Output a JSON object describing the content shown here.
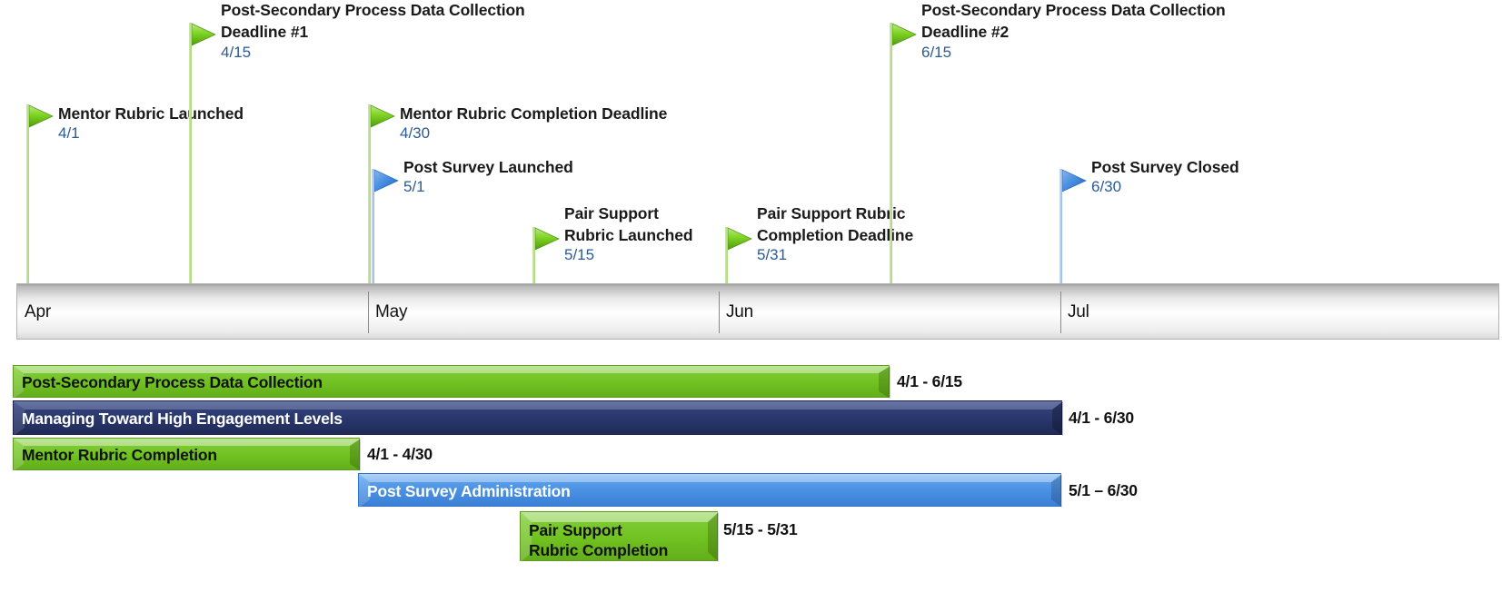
{
  "chart_data": {
    "type": "gantt",
    "title": "",
    "axis": {
      "months": [
        "Apr",
        "May",
        "Jun",
        "Jul"
      ],
      "range_start": "4/1",
      "range_end": "7/31"
    },
    "milestones": [
      {
        "name": "Mentor Rubric Launched",
        "label_line1": "Mentor Rubric Launched",
        "label_line2": "",
        "date": "4/1",
        "color": "green"
      },
      {
        "name": "Post-Secondary Process Data Collection Deadline #1",
        "label_line1": "Post-Secondary Process Data Collection",
        "label_line2": "Deadline #1",
        "date": "4/15",
        "color": "green"
      },
      {
        "name": "Mentor Rubric Completion Deadline",
        "label_line1": "Mentor Rubric Completion Deadline",
        "label_line2": "",
        "date": "4/30",
        "color": "green"
      },
      {
        "name": "Post Survey Launched",
        "label_line1": "Post Survey Launched",
        "label_line2": "",
        "date": "5/1",
        "color": "blue"
      },
      {
        "name": "Pair Support Rubric Launched",
        "label_line1": "Pair Support",
        "label_line2": "Rubric Launched",
        "date": "5/15",
        "color": "green"
      },
      {
        "name": "Pair Support Rubric Completion Deadline",
        "label_line1": "Pair Support Rubric",
        "label_line2": "Completion Deadline",
        "date": "5/31",
        "color": "green"
      },
      {
        "name": "Post-Secondary Process Data Collection Deadline #2",
        "label_line1": "Post-Secondary Process Data Collection",
        "label_line2": "Deadline #2",
        "date": "6/15",
        "color": "green"
      },
      {
        "name": "Post Survey Closed",
        "label_line1": "Post Survey Closed",
        "label_line2": "",
        "date": "6/30",
        "color": "blue"
      }
    ],
    "tasks": [
      {
        "label": "Post-Secondary Process Data Collection",
        "range": "4/1 - 6/15",
        "start": "4/1",
        "end": "6/15",
        "color": "green",
        "text_color": "#111111",
        "label_inside": true
      },
      {
        "label": "Managing Toward High Engagement Levels",
        "range": "4/1 - 6/30",
        "start": "4/1",
        "end": "6/30",
        "color": "navy",
        "text_color": "#ffffff",
        "label_inside": true
      },
      {
        "label": "Mentor Rubric Completion",
        "range": "4/1 - 4/30",
        "start": "4/1",
        "end": "4/30",
        "color": "green",
        "text_color": "#111111",
        "label_inside": true
      },
      {
        "label": "Post Survey Administration",
        "range": "5/1 –  6/30",
        "start": "5/1",
        "end": "6/30",
        "color": "blue",
        "text_color": "#ffffff",
        "label_inside": true
      },
      {
        "label": "Pair Support\nRubric Completion",
        "label_line1": "Pair Support",
        "label_line2": "Rubric Completion",
        "range": "5/15 - 5/31",
        "start": "5/15",
        "end": "5/31",
        "color": "green",
        "text_color": "#111111",
        "label_inside": true
      }
    ],
    "colors": {
      "green": "#76C043",
      "green_bright": "#7ED321",
      "navy": "#2A3A73",
      "blue": "#4A90E2",
      "date_text": "#2B5A94",
      "axis_text": "#111111"
    }
  }
}
